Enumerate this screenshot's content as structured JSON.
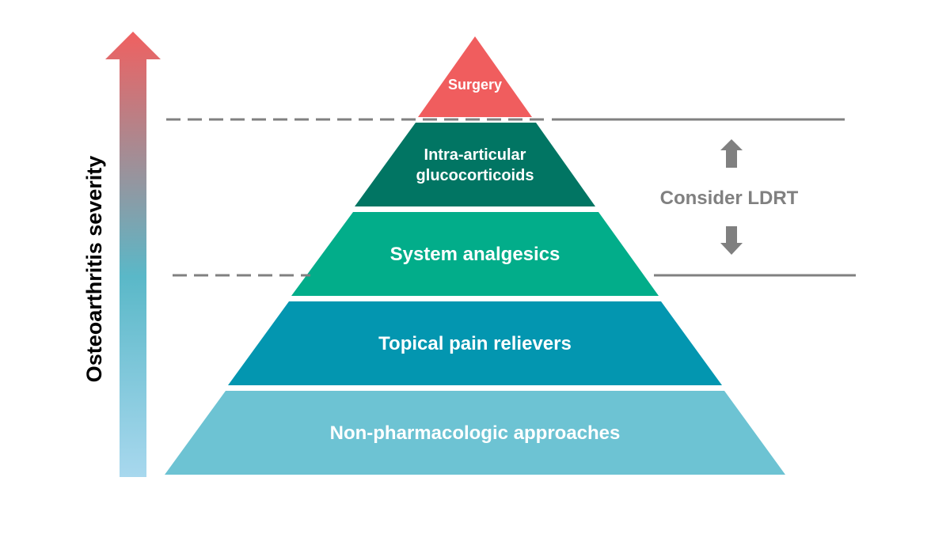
{
  "axis": {
    "label": "Osteoarthritis severity",
    "gradient_top": "#f06060",
    "gradient_mid": "#5ab8c8",
    "gradient_bottom": "#a8d8ee"
  },
  "pyramid": {
    "tiers": [
      {
        "label": "Surgery",
        "color": "#f05d5e"
      },
      {
        "label_line1": "Intra-articular",
        "label_line2": "glucocorticoids",
        "color": "#017563"
      },
      {
        "label": "System analgesics",
        "color": "#02ad8a"
      },
      {
        "label": "Topical pain relievers",
        "color": "#0396b0"
      },
      {
        "label": "Non-pharmacologic approaches",
        "color": "#6dc3d3"
      }
    ]
  },
  "ldrt": {
    "label": "Consider LDRT",
    "color": "#808080"
  }
}
